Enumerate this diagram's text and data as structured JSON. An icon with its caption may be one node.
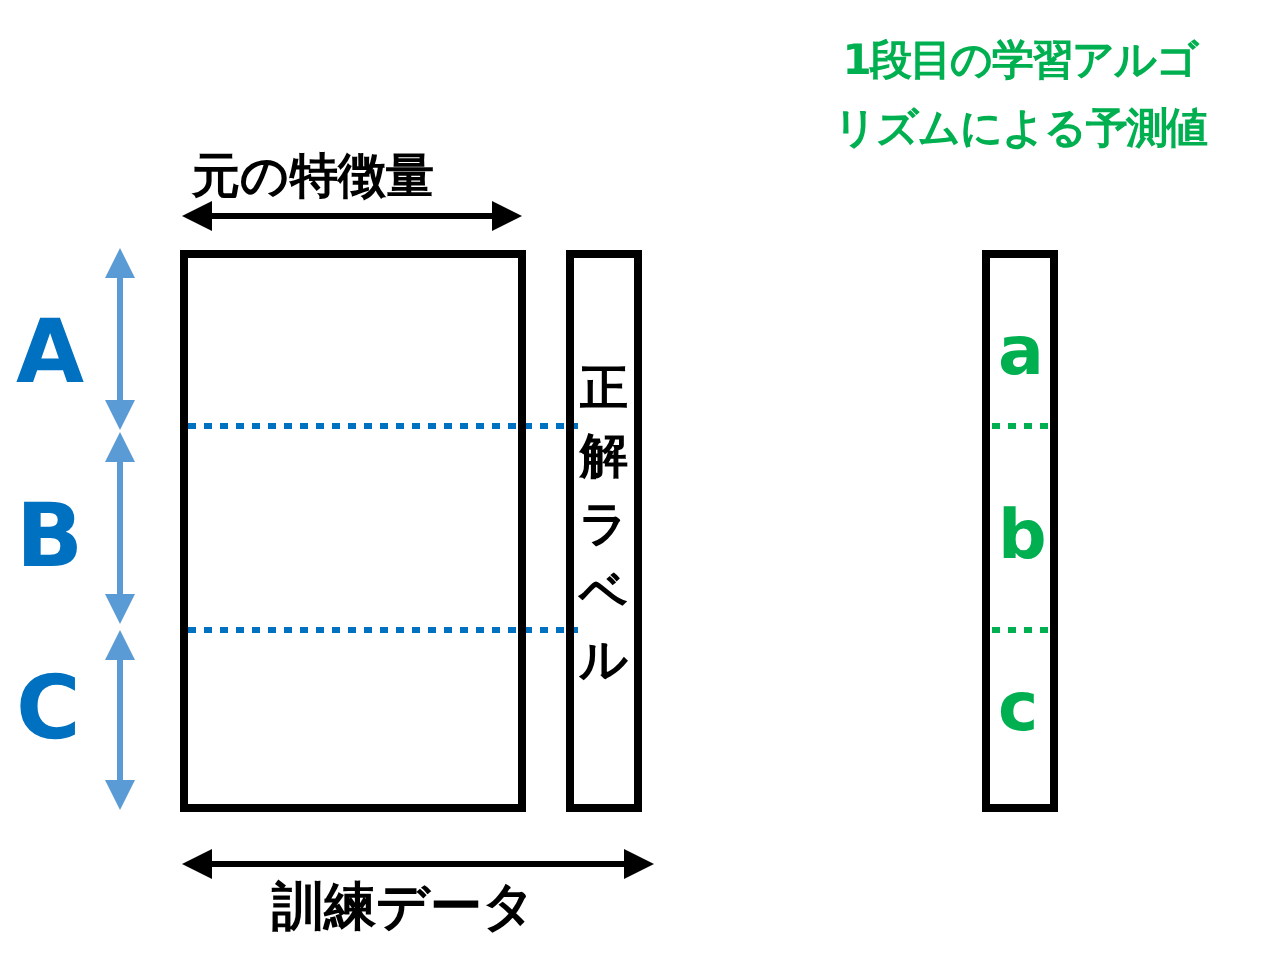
{
  "diagram": {
    "nodes": [
      {
        "text": [],
        "shape": "box"
      },
      {
        "text": [
          "正解ラベル"
        ]
      },
      {
        "text": [
          "1段目の学習アルゴリズムによる予測値",
          "a",
          "b",
          "c"
        ]
      }
    ],
    "edges": [],
    "labels": [
      "元の特徴量",
      "A",
      "B",
      "C",
      "訓練データ"
    ]
  }
}
